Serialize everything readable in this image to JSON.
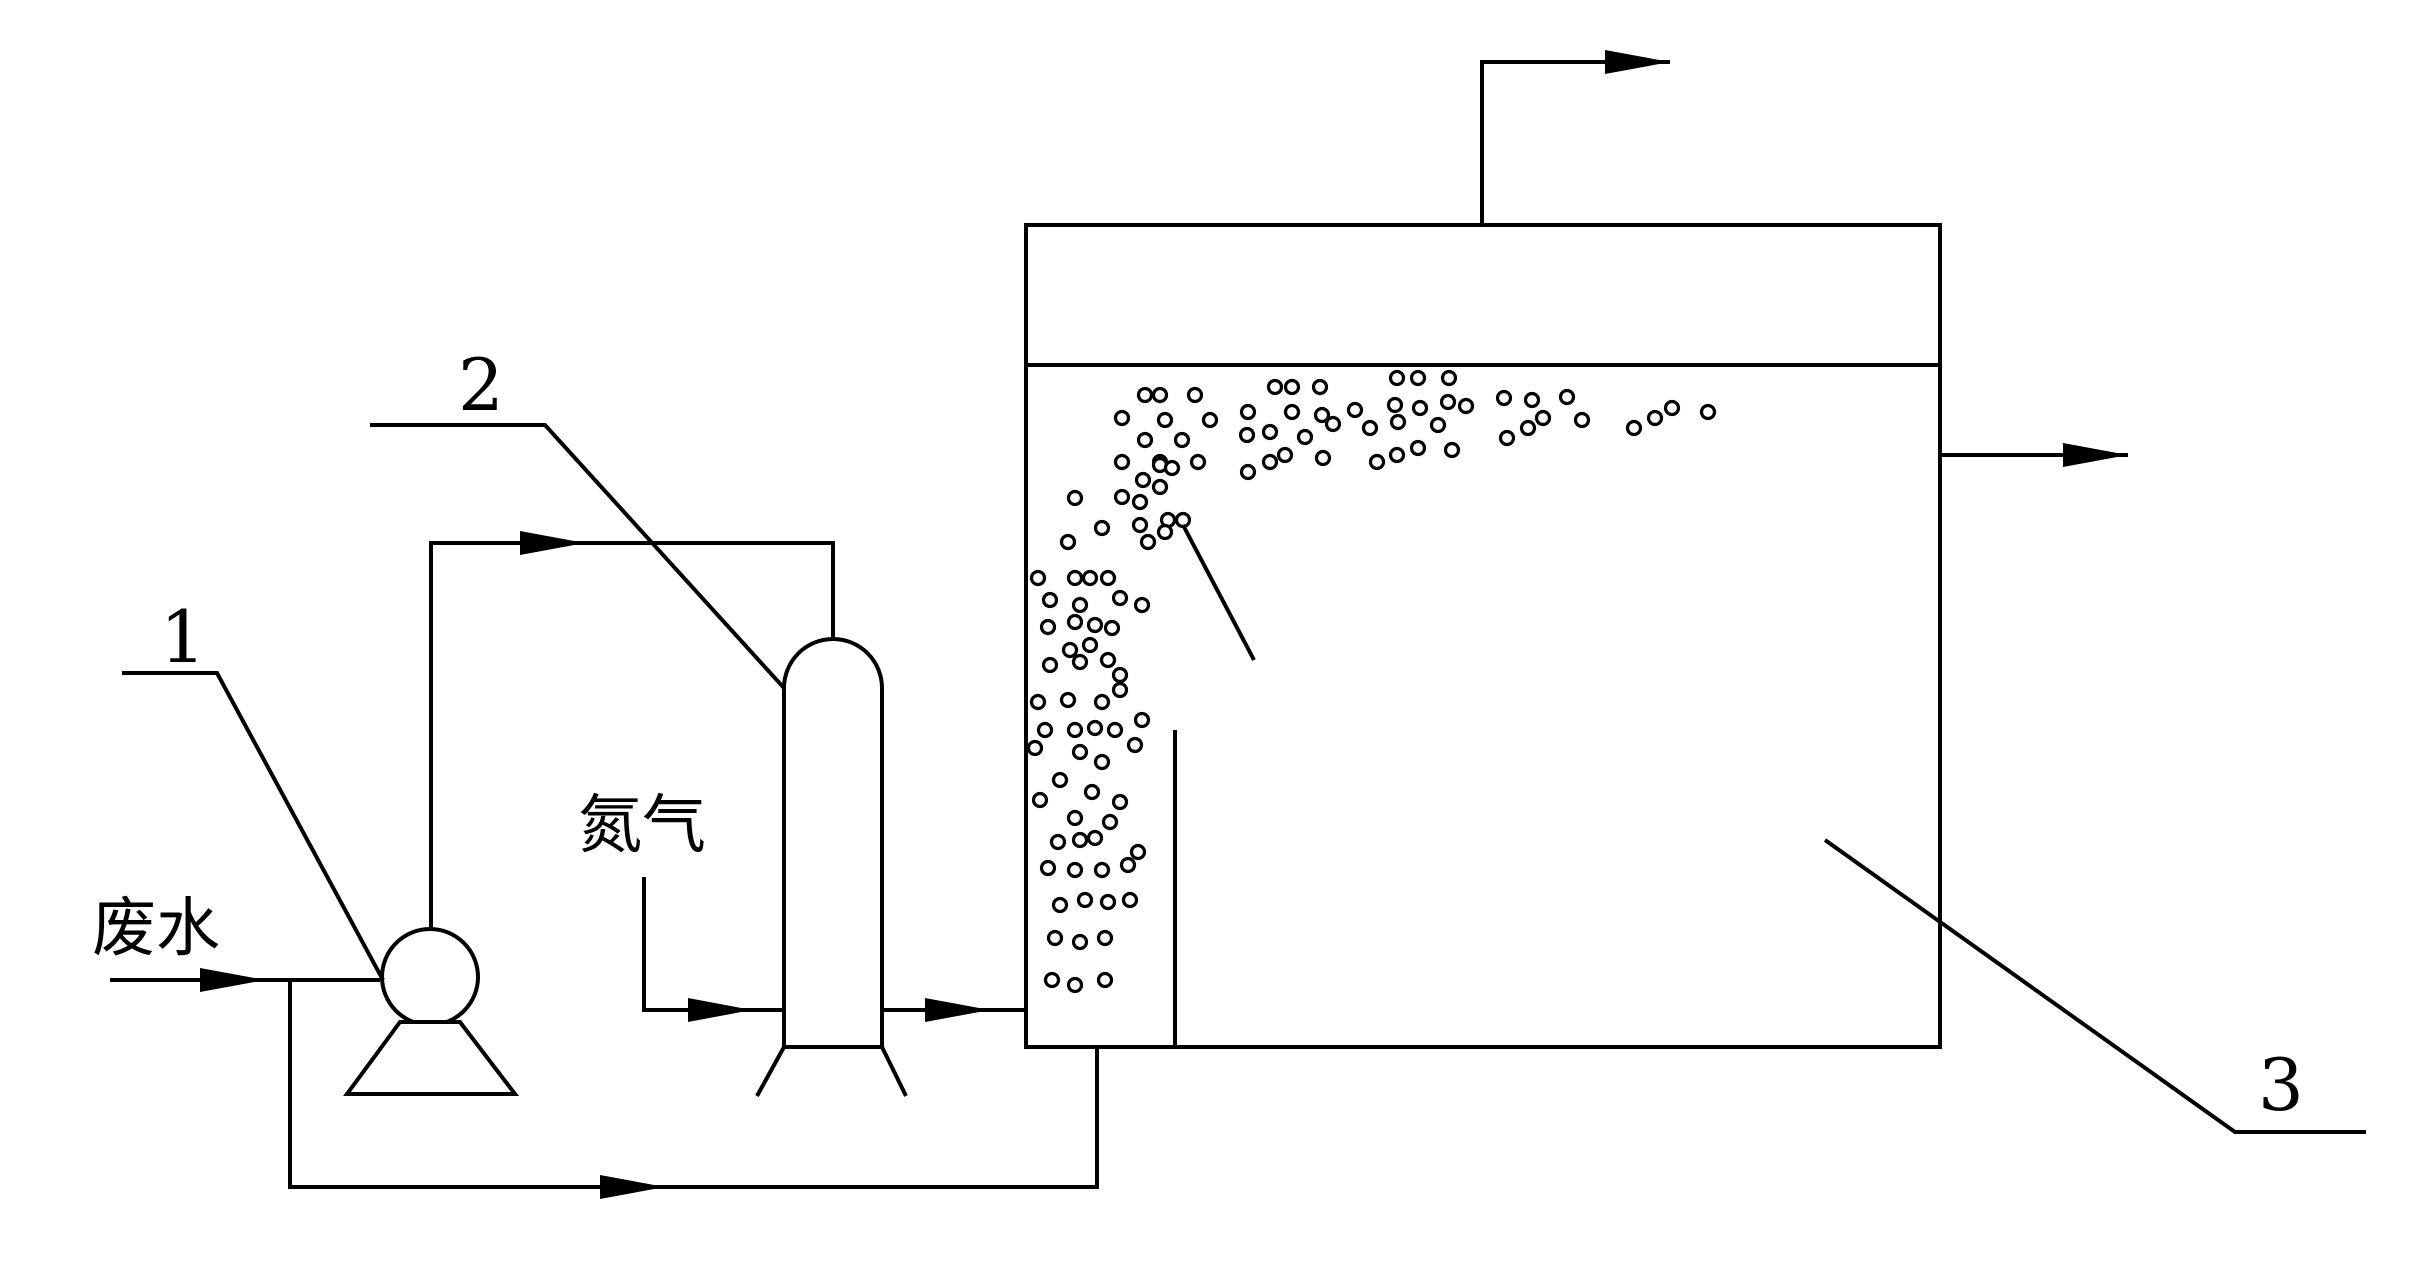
{
  "labels": {
    "wastewater": "废水",
    "nitrogen": "氮气",
    "callout_1": "1",
    "callout_2": "2",
    "callout_3": "3"
  },
  "components": {
    "pump": "1",
    "gas_dissolving_tank": "2",
    "flotation_tank": "3"
  },
  "colors": {
    "line": "#000000",
    "background": "#ffffff"
  }
}
